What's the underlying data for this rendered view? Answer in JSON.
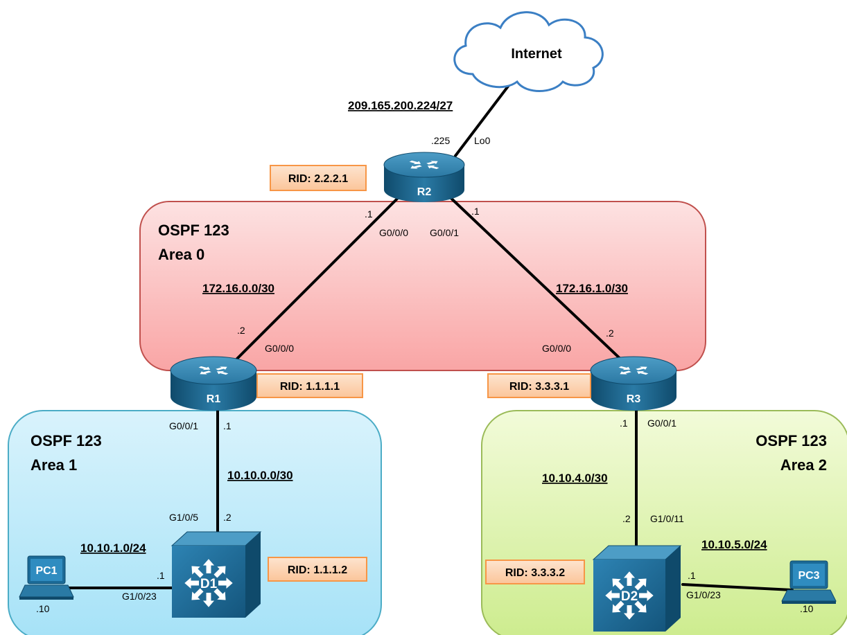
{
  "internet": {
    "label": "Internet"
  },
  "areas": {
    "area0": {
      "line1": "OSPF 123",
      "line2": "Area 0"
    },
    "area1": {
      "line1": "OSPF 123",
      "line2": "Area 1"
    },
    "area2": {
      "line1": "OSPF 123",
      "line2": "Area 2"
    }
  },
  "devices": {
    "r1": "R1",
    "r2": "R2",
    "r3": "R3",
    "d1": "D1",
    "d2": "D2",
    "pc1": "PC1",
    "pc3": "PC3"
  },
  "rids": {
    "r1": "RID: 1.1.1.1",
    "r2": "RID: 2.2.2.1",
    "r3": "RID: 3.3.3.1",
    "d1": "RID: 1.1.1.2",
    "d2": "RID: 3.3.3.2"
  },
  "networks": {
    "internet": "209.165.200.224/27",
    "r1_r2": "172.16.0.0/30",
    "r2_r3": "172.16.1.0/30",
    "r1_d1": "10.10.0.0/30",
    "d1_pc1": "10.10.1.0/24",
    "r3_d2": "10.10.4.0/30",
    "d2_pc3": "10.10.5.0/24"
  },
  "interfaces": {
    "r2_lo0_host": ".225",
    "r2_lo0": "Lo0",
    "r2_g000_host": ".1",
    "r2_g000": "G0/0/0",
    "r2_g001_host": ".1",
    "r2_g001": "G0/0/1",
    "r1_g000_host": ".2",
    "r1_g000": "G0/0/0",
    "r3_g000_host": ".2",
    "r3_g000": "G0/0/0",
    "r1_g001": "G0/0/1",
    "r1_g001_host": ".1",
    "d1_g105": "G1/0/5",
    "d1_g105_host": ".2",
    "d1_g1023_host": ".1",
    "d1_g1023": "G1/0/23",
    "pc1_host": ".10",
    "r3_g001_host": ".1",
    "r3_g001": "G0/0/1",
    "d2_g1011_host": ".2",
    "d2_g1011": "G1/0/11",
    "d2_g1023_host": ".1",
    "d2_g1023": "G1/0/23",
    "pc3_host": ".10"
  },
  "colors": {
    "area0_fill": "#fbb9b9",
    "area0_stroke": "#c0504d",
    "area1_fill": "#cdeefb",
    "area1_stroke": "#4bacc6",
    "area2_fill": "#e2f5b8",
    "area2_stroke": "#9bbb59",
    "rid_fill": "#fcd5b4",
    "rid_stroke": "#f79646",
    "device_blue": "#1b5f86"
  }
}
